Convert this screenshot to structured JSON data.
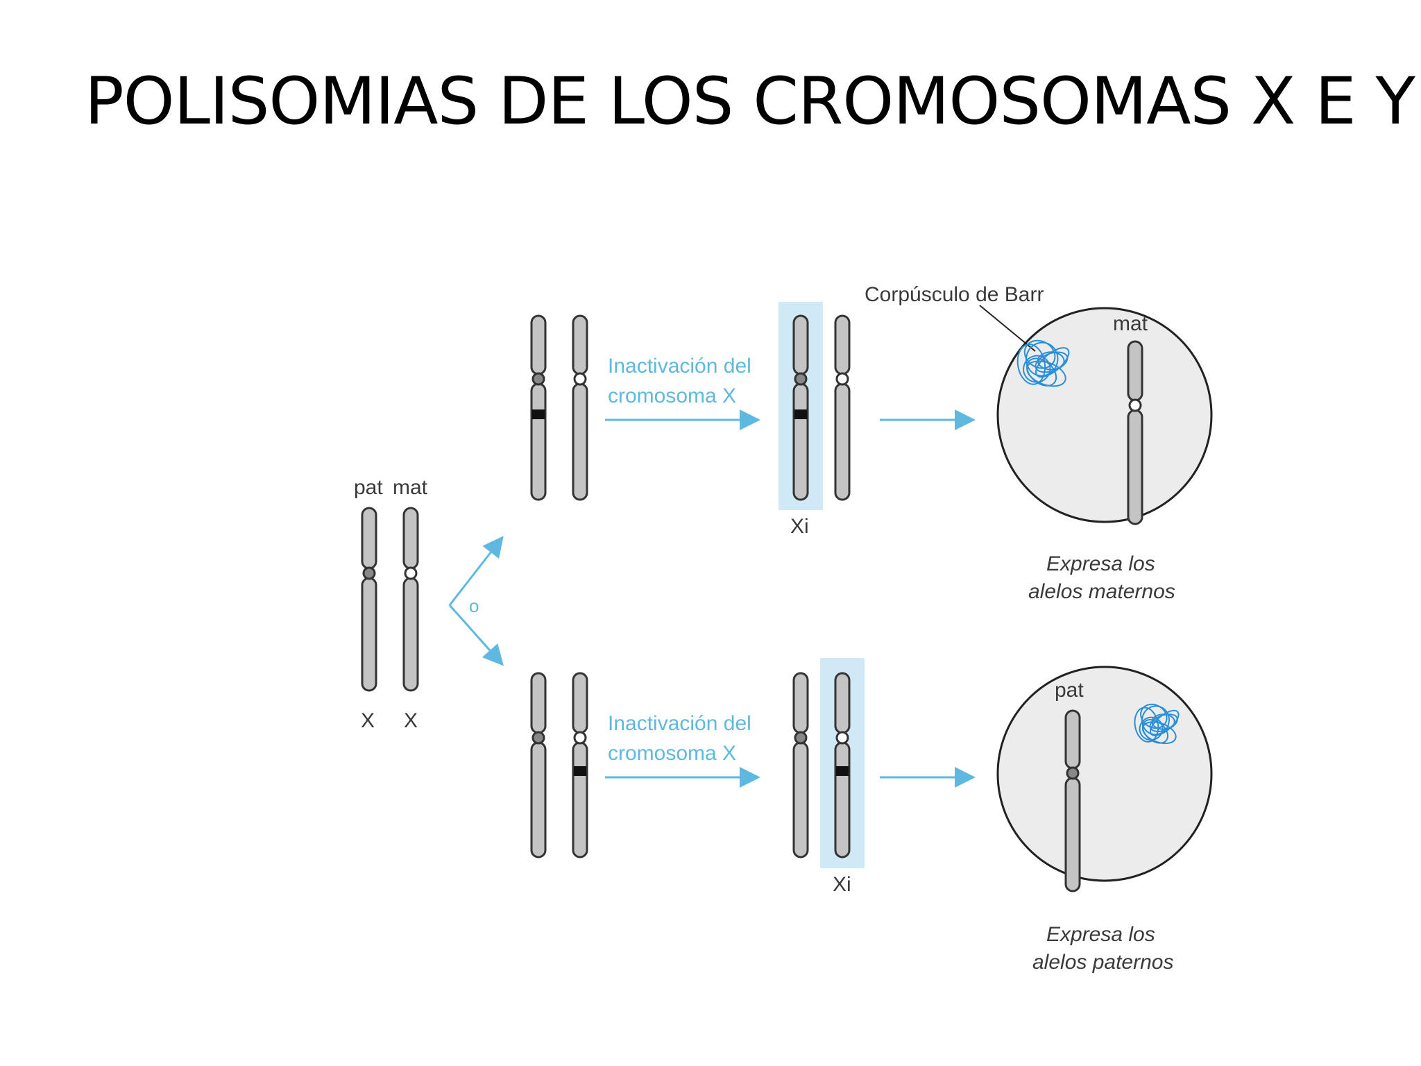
{
  "title": "POLISOMIAS DE LOS CROMOSOMAS X E Y",
  "colors": {
    "chromosome_fill": "#c4c4c4",
    "chromosome_stroke": "#333333",
    "band": "#111111",
    "accent_blue": "#5fb8e0",
    "highlight_blue": "#cfe9f6",
    "cell_fill": "#ececec",
    "barr_blue": "#2a8fd8"
  },
  "left": {
    "pat_label": "pat",
    "mat_label": "mat",
    "x_label_1": "X",
    "x_label_2": "X",
    "or_label": "o"
  },
  "top_path": {
    "inactivation_line1": "Inactivación del",
    "inactivation_line2": "cromosoma X",
    "xi_label": "Xi",
    "barr_label": "Corpúsculo de Barr",
    "cell_chrom_label": "mat",
    "expresses_line1": "Expresa los",
    "expresses_line2": "alelos maternos"
  },
  "bottom_path": {
    "inactivation_line1": "Inactivación del",
    "inactivation_line2": "cromosoma X",
    "xi_label": "Xi",
    "cell_chrom_label": "pat",
    "expresses_line1": "Expresa los",
    "expresses_line2": "alelos paternos"
  }
}
